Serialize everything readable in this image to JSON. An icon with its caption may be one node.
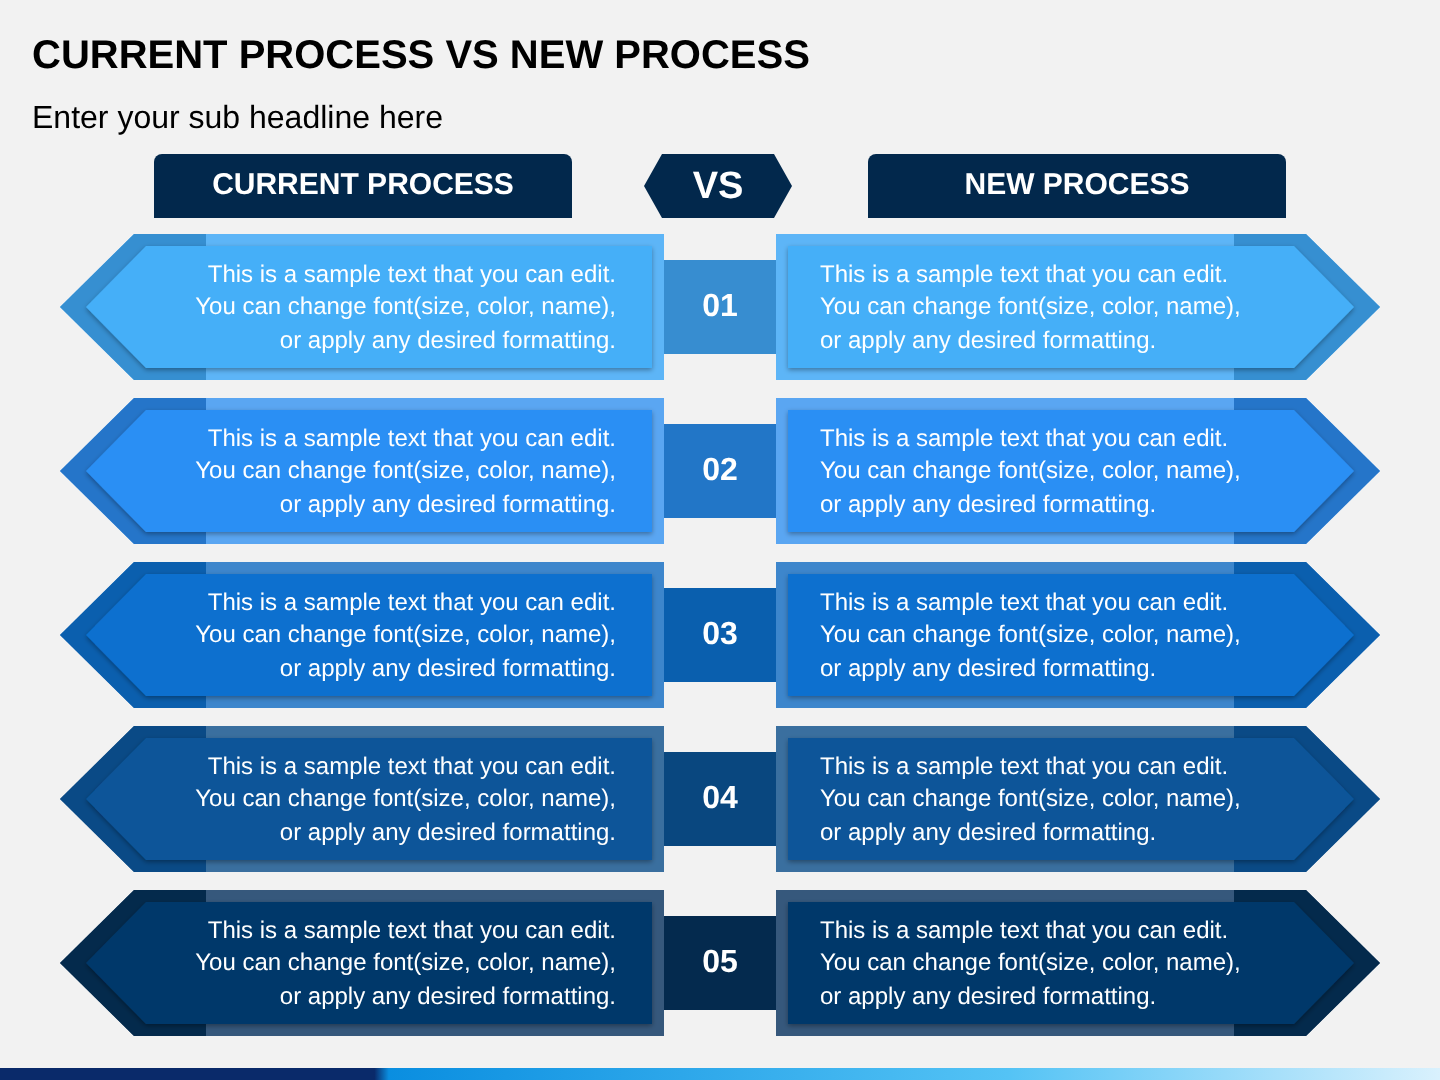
{
  "diagram": {
    "title": "CURRENT PROCESS VS NEW PROCESS",
    "nodes": [
      {
        "text": [
          "CURRENT PROCESS"
        ]
      },
      {
        "text": [
          "VS"
        ]
      },
      {
        "text": [
          "NEW PROCESS"
        ]
      },
      {
        "text": [
          "This is a sample text that you can edit. You can change font(size, color, name), or apply any desired formatting."
        ]
      },
      {
        "text": [
          "01"
        ]
      },
      {
        "text": [
          "This is a sample text that you can edit. You can change font(size, color, name), or apply any desired formatting."
        ]
      },
      {
        "text": [
          "This is a sample text that you can edit. You can change font(size, color, name), or apply any desired formatting."
        ]
      },
      {
        "text": [
          "02"
        ]
      },
      {
        "text": [
          "This is a sample text that you can edit. You can change font(size, color, name), or apply any desired formatting."
        ]
      },
      {
        "text": [
          "This is a sample text that you can edit. You can change font(size, color, name), or apply any desired formatting."
        ]
      },
      {
        "text": [
          "03"
        ]
      },
      {
        "text": [
          "This is a sample text that you can edit. You can change font(size, color, name), or apply any desired formatting."
        ]
      },
      {
        "text": [
          "This is a sample text that you can edit. You can change font(size, color, name), or apply any desired formatting."
        ]
      },
      {
        "text": [
          "04"
        ]
      },
      {
        "text": [
          "This is a sample text that you can edit. You can change font(size, color, name), or apply any desired formatting."
        ]
      },
      {
        "text": [
          "This is a sample text that you can edit. You can change font(size, color, name), or apply any desired formatting."
        ]
      },
      {
        "text": [
          "05"
        ]
      },
      {
        "text": [
          "This is a sample text that you can edit. You can change font(size, color, name), or apply any desired formatting."
        ]
      }
    ],
    "labels": [
      "Enter your sub headline here"
    ]
  }
}
